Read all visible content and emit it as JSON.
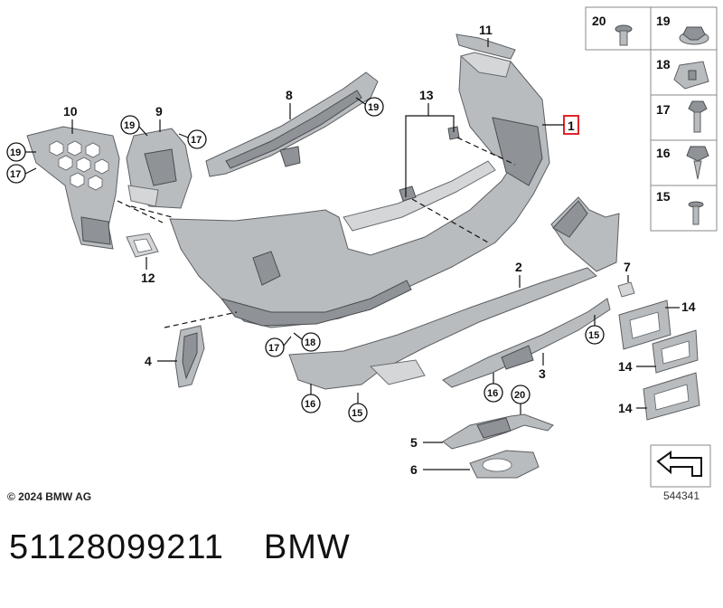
{
  "callouts": {
    "c1": "1",
    "c2": "2",
    "c3": "3",
    "c4": "4",
    "c5": "5",
    "c6": "6",
    "c7": "7",
    "c8": "8",
    "c9": "9",
    "c10": "10",
    "c11": "11",
    "c12": "12",
    "c13": "13",
    "c14": "14",
    "c15": "15",
    "c16": "16",
    "c17": "17",
    "c18": "18",
    "c19": "19",
    "c20": "20"
  },
  "legend": {
    "items": [
      {
        "number": "20",
        "icon": "bolt-icon"
      },
      {
        "number": "19",
        "icon": "nut-icon"
      },
      {
        "number": "18",
        "icon": "clip-nut-icon"
      },
      {
        "number": "17",
        "icon": "screw-icon"
      },
      {
        "number": "16",
        "icon": "tapping-screw-icon"
      },
      {
        "number": "15",
        "icon": "expanding-rivet-icon"
      }
    ]
  },
  "footer": {
    "copyright": "© 2024 BMW AG",
    "diagram_id": "544341",
    "part_number": "51128099211",
    "brand": "BMW"
  },
  "colors": {
    "part_fill": "#b9bcbf",
    "highlight": "#e0262a",
    "outline": "#5c5f63"
  }
}
